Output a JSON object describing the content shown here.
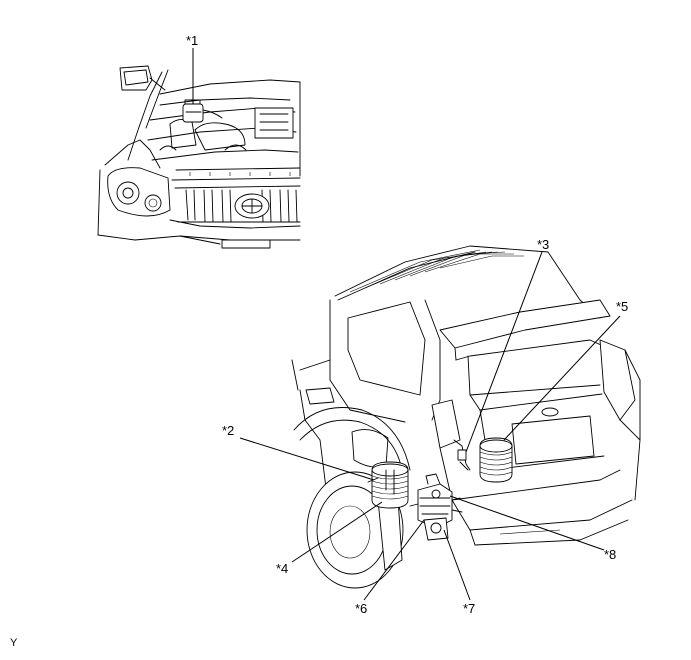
{
  "callouts": {
    "c1": "*1",
    "c2": "*2",
    "c3": "*3",
    "c4": "*4",
    "c5": "*5",
    "c6": "*6",
    "c7": "*7",
    "c8": "*8"
  },
  "corner_mark": "Y"
}
